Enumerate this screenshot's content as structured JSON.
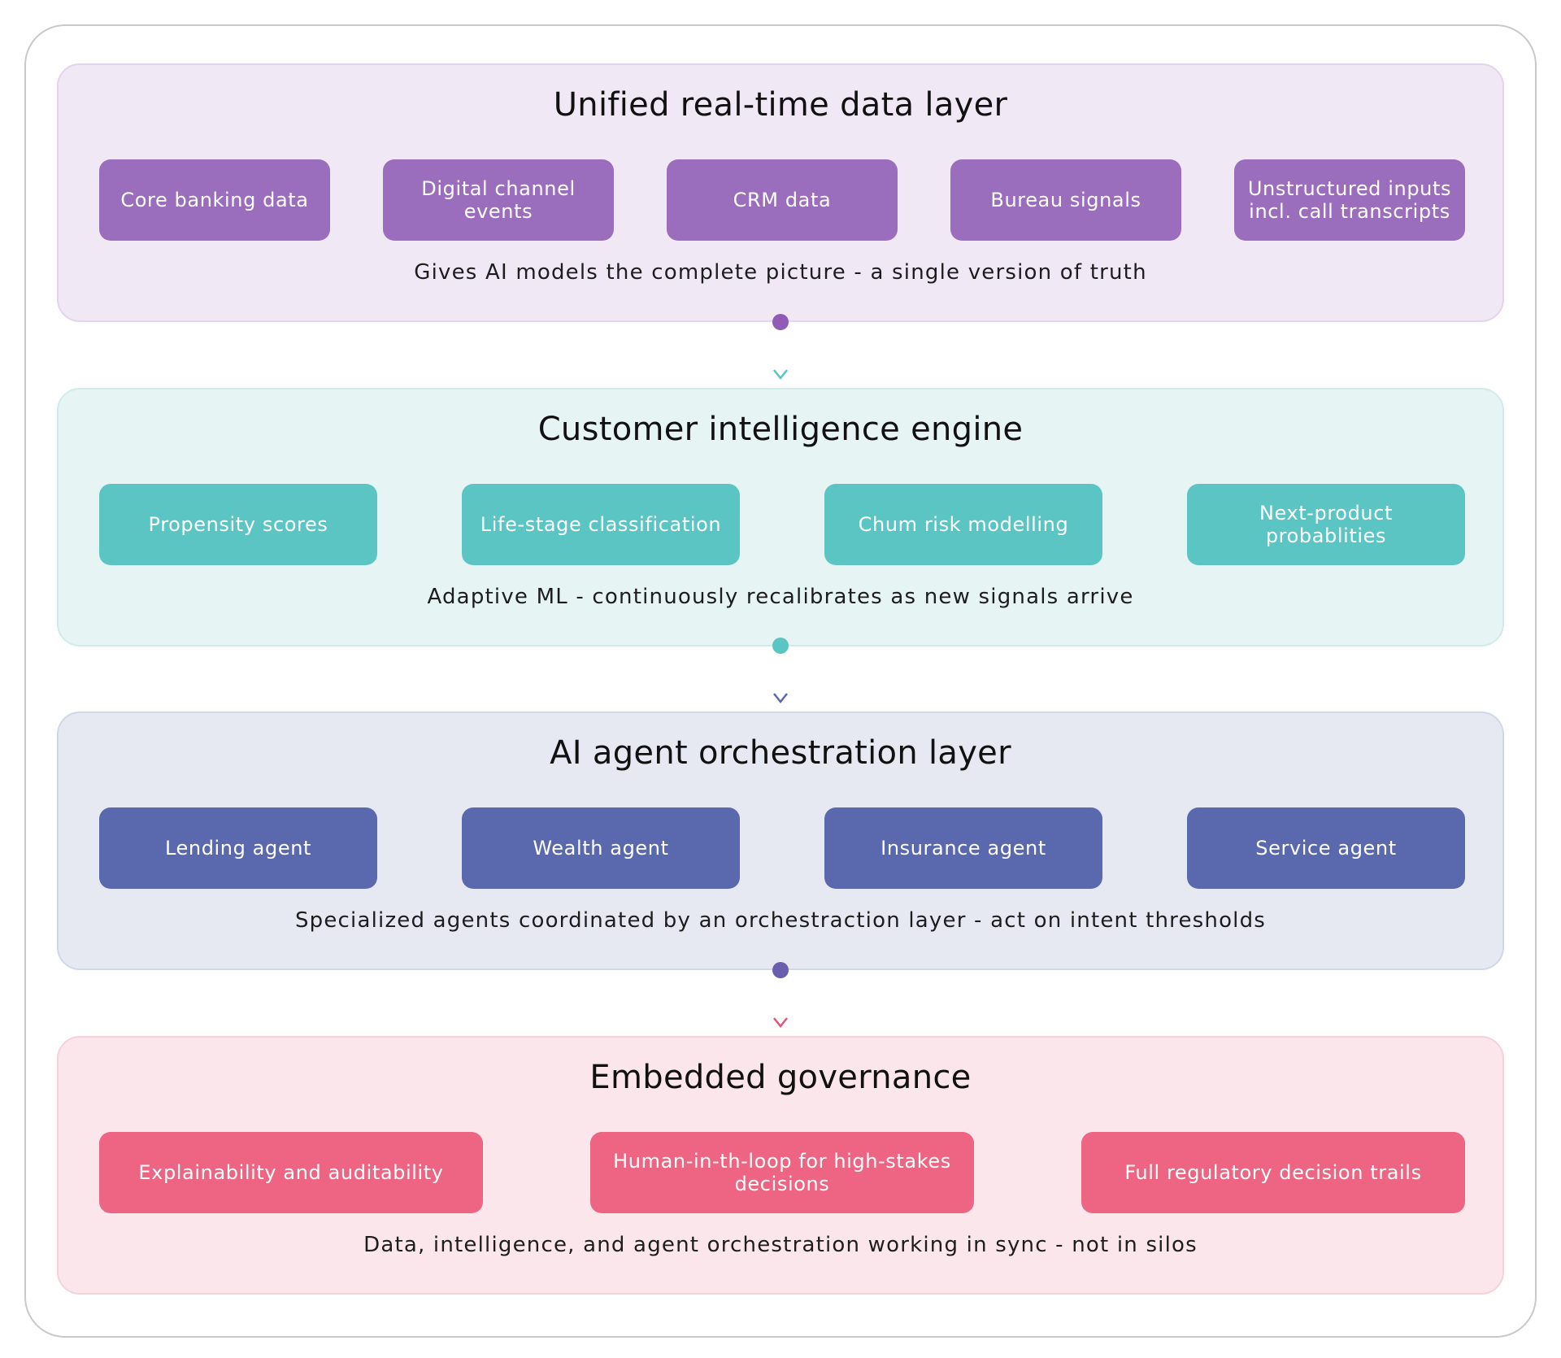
{
  "colors": {
    "data_layer": "#9b6dbd",
    "intelligence": "#5bc5c3",
    "orchestration": "#5a68ad",
    "governance": "#ee6483"
  },
  "layers": [
    {
      "title": "Unified real-time data layer",
      "items": [
        "Core banking data",
        "Digital channel events",
        "CRM data",
        "Bureau signals",
        "Unstructured inputs incl. call transcripts"
      ],
      "caption": "Gives AI models the complete picture - a single version of truth"
    },
    {
      "title": "Customer intelligence engine",
      "items": [
        "Propensity scores",
        "Life-stage classification",
        "Chum risk modelling",
        "Next-product probablities"
      ],
      "caption": "Adaptive ML - continuously recalibrates as new signals arrive"
    },
    {
      "title": "AI agent orchestration layer",
      "items": [
        "Lending agent",
        "Wealth agent",
        "Insurance agent",
        "Service agent"
      ],
      "caption": "Specialized agents coordinated by an orchestraction layer - act on intent thresholds"
    },
    {
      "title": "Embedded governance",
      "items": [
        "Explainability and auditability",
        "Human-in-th-loop for high-stakes decisions",
        "Full regulatory decision trails"
      ],
      "caption": "Data, intelligence, and agent orchestration working in sync - not in silos"
    }
  ]
}
